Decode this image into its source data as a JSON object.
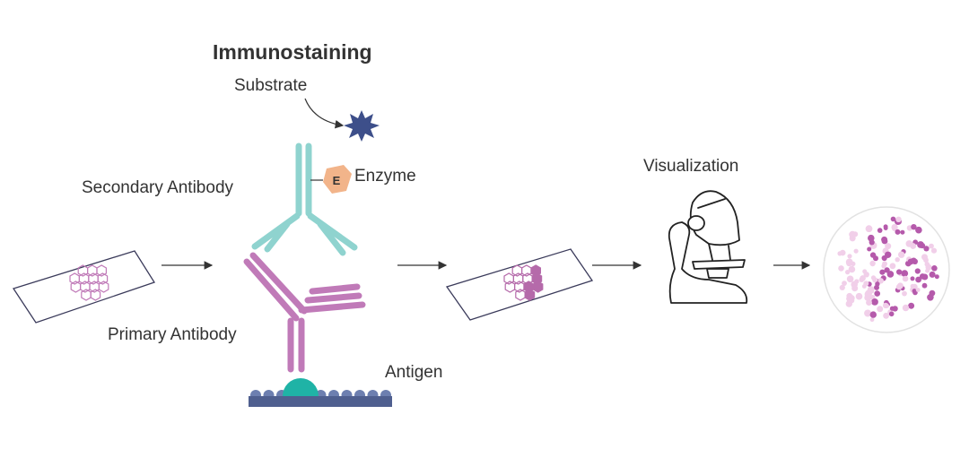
{
  "labels": {
    "title": "Immunostaining",
    "substrate": "Substrate",
    "enzyme": "Enzyme",
    "enzyme_badge": "E",
    "secondary_antibody": "Secondary Antibody",
    "primary_antibody": "Primary Antibody",
    "antigen": "Antigen",
    "visualization": "Visualization"
  },
  "colors": {
    "secondary_antibody": "#8fd3cf",
    "primary_antibody": "#c07ab8",
    "antigen": "#1fb3a6",
    "membrane": "#4f5f8f",
    "membrane_beads": "#6d7fb0",
    "substrate_star": "#3d4f8a",
    "enzyme": "#f2b48a",
    "tissue_light": "#d9a4d3",
    "tissue_stained": "#b56aaa",
    "text": "#333333",
    "arrow": "#333333",
    "outline": "#3a3a5a"
  },
  "icons": [
    "slide-icon",
    "stained-slide-icon",
    "microscope-icon",
    "micrograph-icon",
    "substrate-star-icon",
    "enzyme-icon"
  ]
}
